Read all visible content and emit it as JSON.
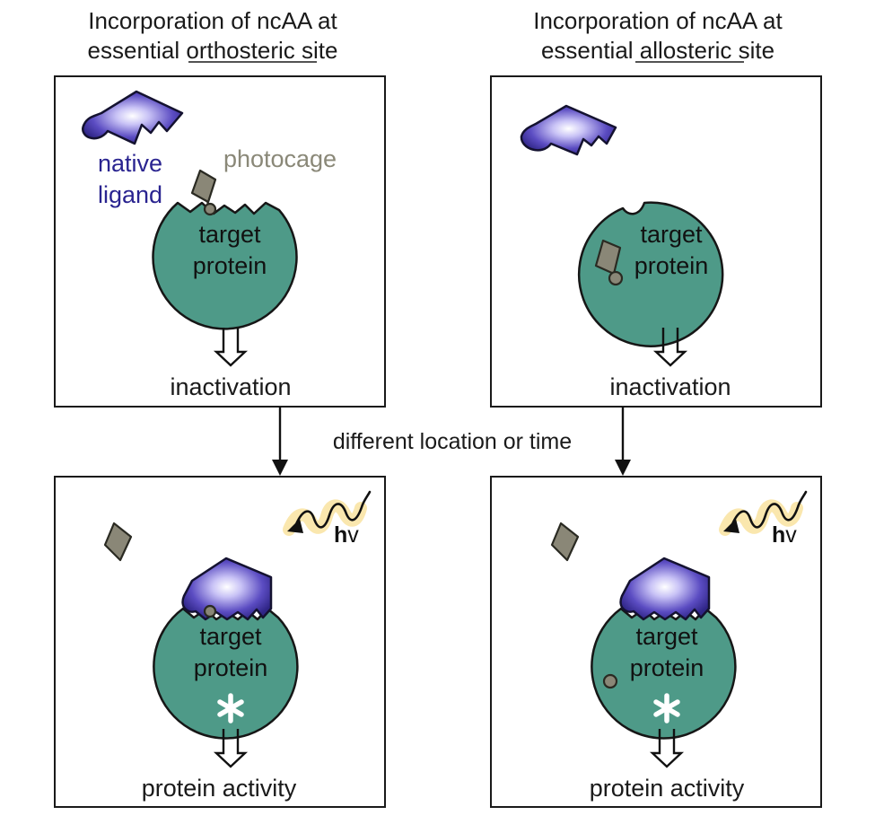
{
  "headers": {
    "left": {
      "line1": "Incorporation of ncAA at",
      "line2_prefix": "essential ",
      "line2_underlined": "orthosteric",
      "line2_suffix": " site"
    },
    "right": {
      "line1": "Incorporation of ncAA at",
      "line2_prefix": "essential ",
      "line2_underlined": "allosteric",
      "line2_suffix": " site"
    }
  },
  "panels": {
    "top_left": {
      "ligand_label_line1": "native",
      "ligand_label_line2": "ligand",
      "cage_label": "photocage",
      "protein_line1": "target",
      "protein_line2": "protein",
      "outcome": "inactivation"
    },
    "top_right": {
      "protein_line1": "target",
      "protein_line2": "protein",
      "outcome": "inactivation"
    },
    "bottom_left": {
      "protein_line1": "target",
      "protein_line2": "protein",
      "outcome": "protein activity",
      "light_h": "h",
      "light_v": "v"
    },
    "bottom_right": {
      "protein_line1": "target",
      "protein_line2": "protein",
      "outcome": "protein activity",
      "light_h": "h",
      "light_v": "v"
    }
  },
  "transition_label": "different location or time",
  "colors": {
    "protein": "#4e9a88",
    "ligand_dark": "#3b2f9a",
    "ligand_light": "#eae8ff",
    "photocage": "#8a8777",
    "light_glow": "#f6d46c"
  },
  "icons": [
    "photocage-fragment",
    "native-ligand",
    "light-wave",
    "activity-star",
    "hollow-double-arrow"
  ]
}
